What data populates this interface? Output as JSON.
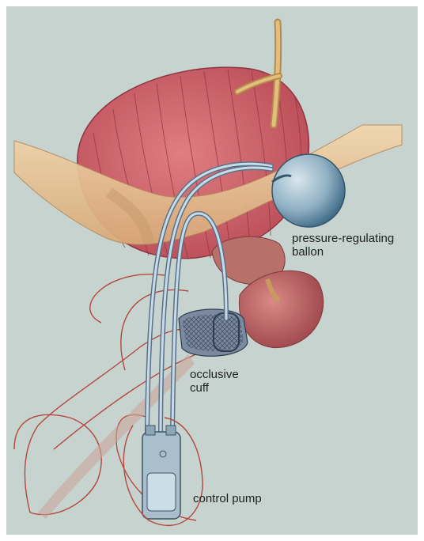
{
  "labels": {
    "balloon_line1": "pressure-regulating",
    "balloon_line2": "ballon",
    "cuff_line1": "occlusive",
    "cuff_line2": "cuff",
    "pump": "control pump"
  },
  "colors": {
    "background": "#c6d3cf",
    "bladder": "#d06a70",
    "pelvic_band": "#e9c79a",
    "balloon": "#8fb0c3",
    "outline": "#b5473c"
  }
}
